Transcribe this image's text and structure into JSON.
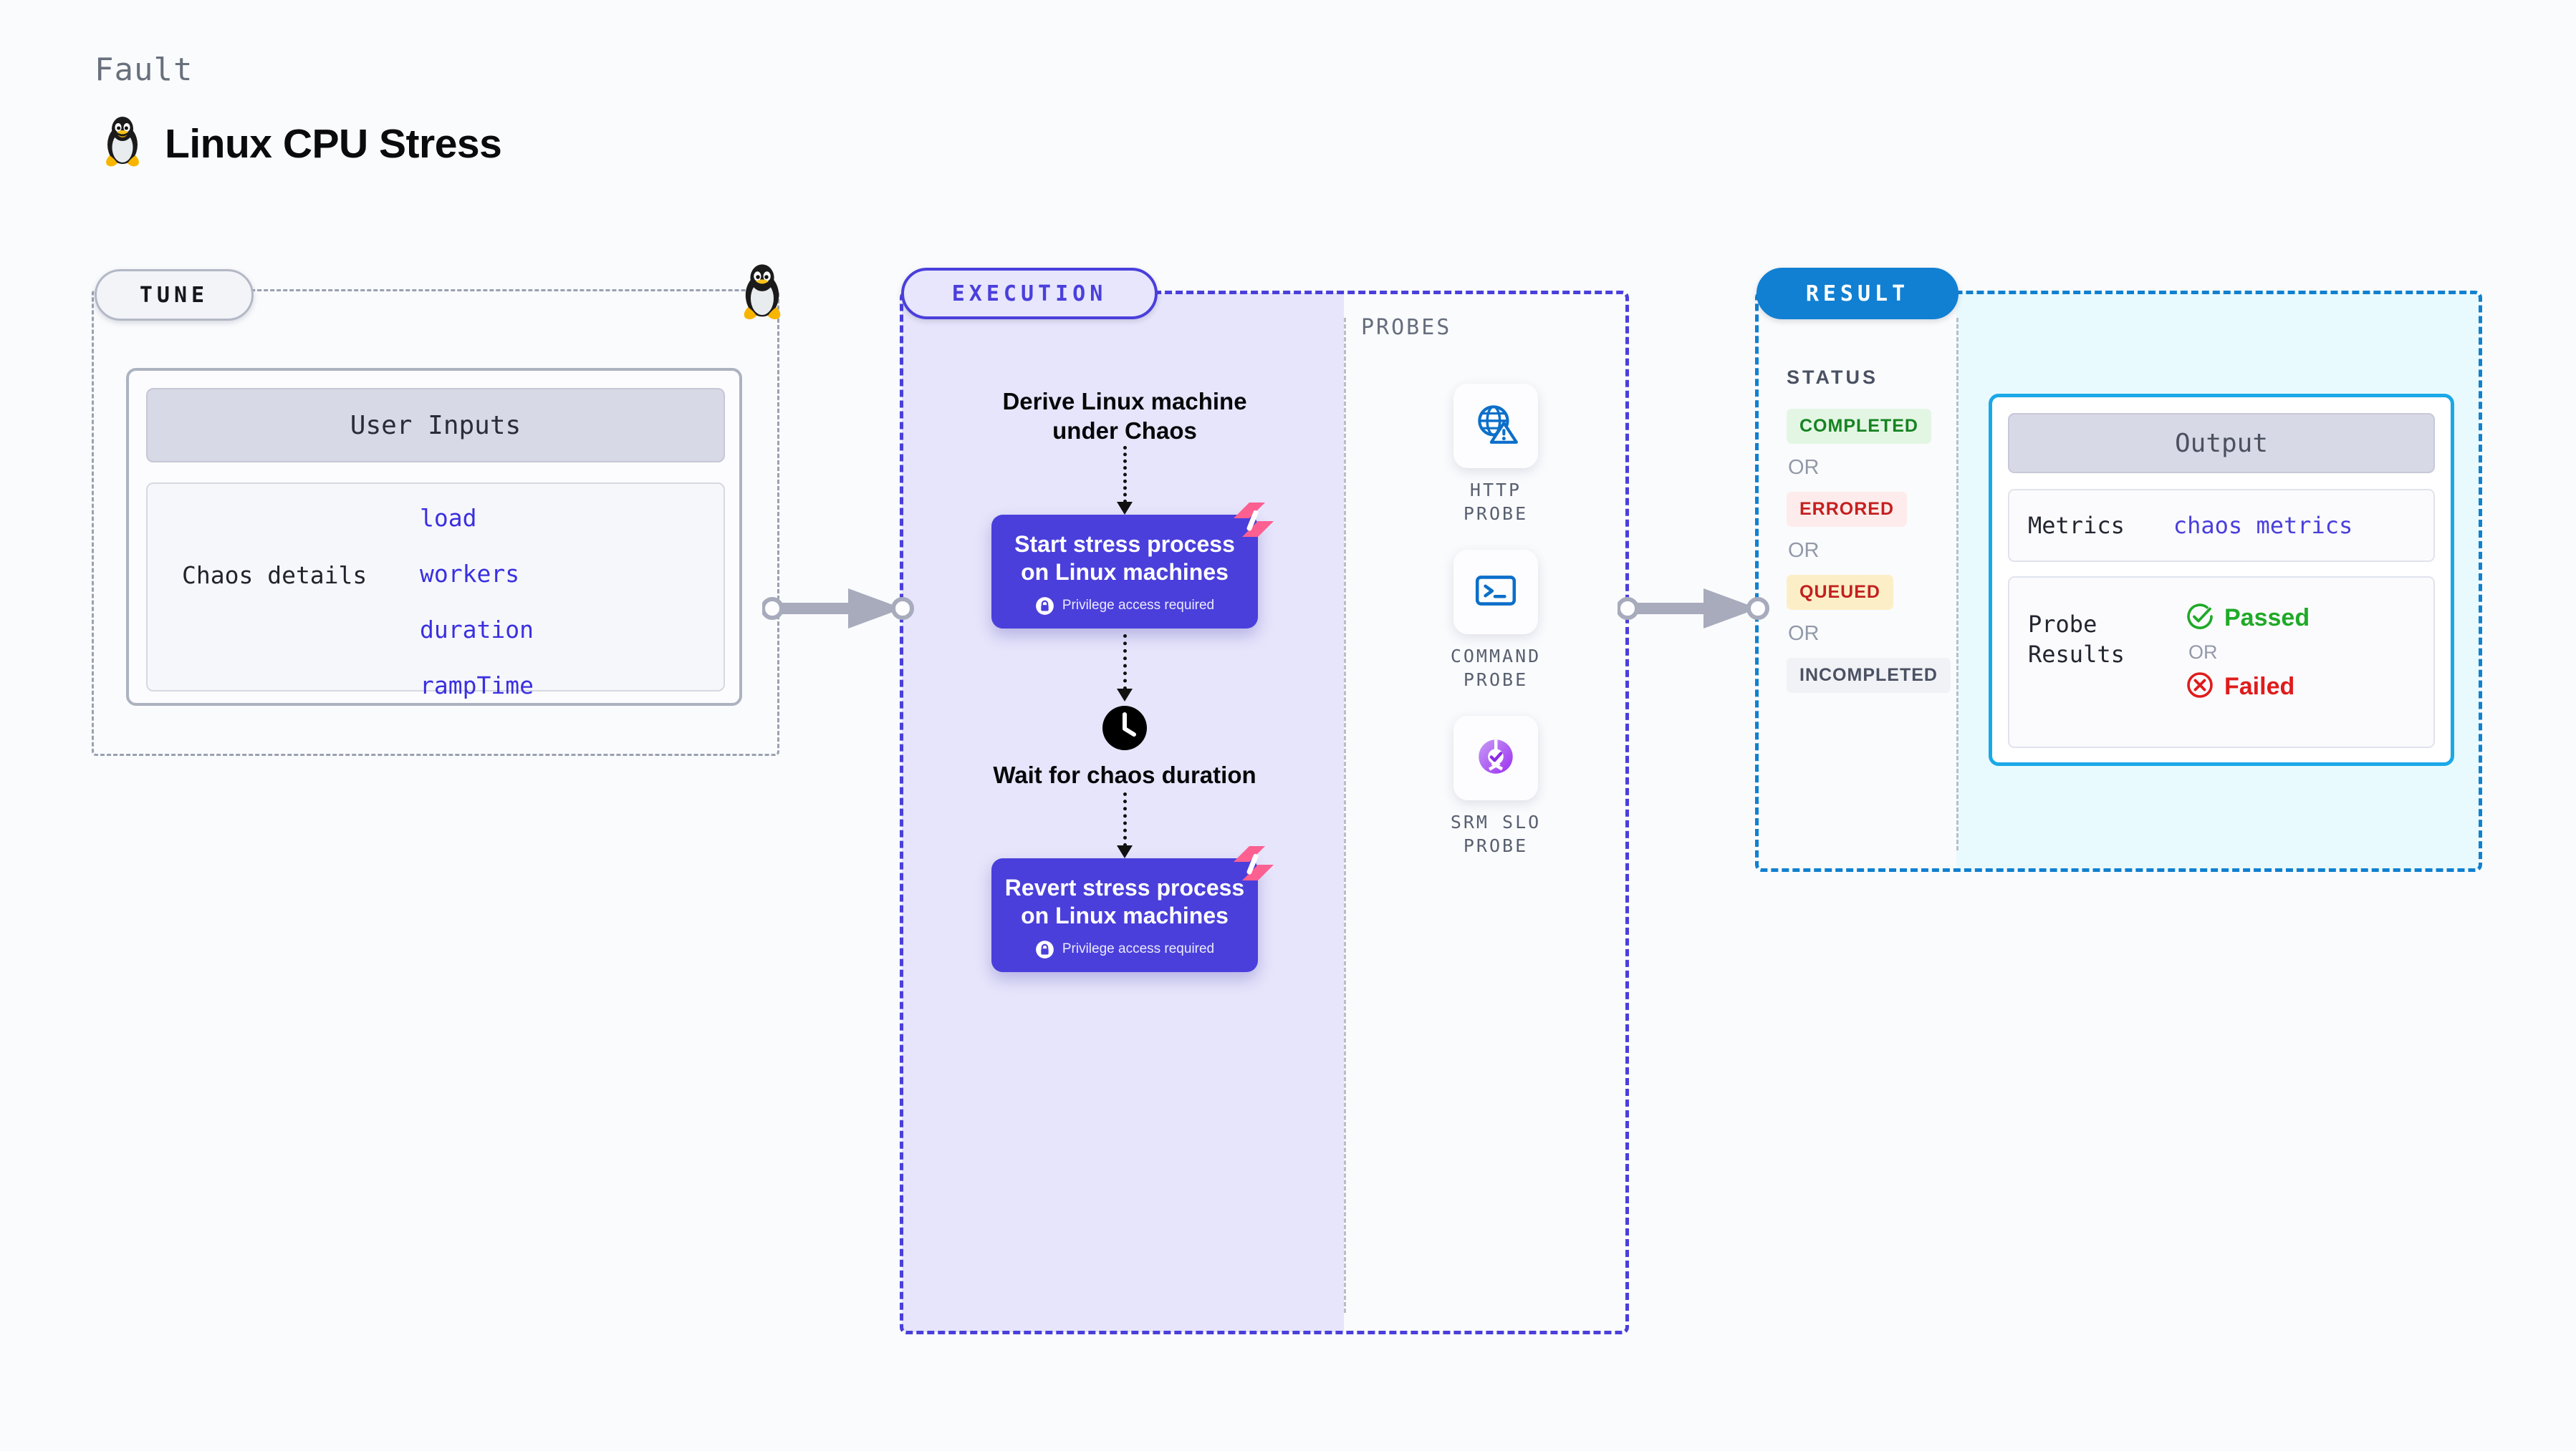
{
  "header": {
    "kicker": "Fault",
    "title": "Linux CPU Stress",
    "icon": "linux-penguin-icon"
  },
  "tune": {
    "pill_label": "TUNE",
    "penguin_icon": "linux-penguin-icon",
    "card": {
      "header": "User Inputs",
      "row_label": "Chaos details",
      "params": [
        "load",
        "workers",
        "duration",
        "rampTime"
      ]
    }
  },
  "execution": {
    "pill_label": "EXECUTION",
    "steps": [
      {
        "type": "heading",
        "text": "Derive Linux machine under Chaos"
      },
      {
        "type": "action",
        "title": "Start stress process on Linux machines",
        "note": "Privilege access required",
        "note_icon": "lock-icon",
        "badge_icon": "harness-logo-icon"
      },
      {
        "type": "wait",
        "icon": "clock-icon",
        "text": "Wait for chaos duration"
      },
      {
        "type": "action",
        "title": "Revert stress process on Linux machines",
        "note": "Privilege access required",
        "note_icon": "lock-icon",
        "badge_icon": "harness-logo-icon"
      }
    ]
  },
  "probes": {
    "section_label": "PROBES",
    "items": [
      {
        "name": "HTTP PROBE",
        "icon": "globe-warning-icon"
      },
      {
        "name": "COMMAND PROBE",
        "icon": "terminal-icon"
      },
      {
        "name": "SRM SLO PROBE",
        "icon": "srm-slo-donut-check-icon"
      }
    ]
  },
  "result": {
    "pill_label": "RESULT",
    "status_label": "STATUS",
    "or_text": "OR",
    "statuses": [
      {
        "label": "COMPLETED",
        "text_color": "#168321",
        "bg_color": "#e3f6e4"
      },
      {
        "label": "ERRORED",
        "text_color": "#c41f1f",
        "bg_color": "#fdeceb"
      },
      {
        "label": "QUEUED",
        "text_color": "#c22121",
        "bg_color": "#fcefc7"
      },
      {
        "label": "INCOMPLETED",
        "text_color": "#4a5162",
        "bg_color": "#f1f2f6"
      }
    ],
    "output": {
      "header": "Output",
      "metrics_label": "Metrics",
      "metrics_value": "chaos metrics",
      "probe_results_label": "Probe Results",
      "passed_label": "Passed",
      "failed_label": "Failed",
      "or_text": "OR",
      "passed_icon": "check-circle-icon",
      "failed_icon": "x-circle-icon",
      "passed_color": "#1faa27",
      "failed_color": "#e01b1b"
    }
  },
  "colors": {
    "accent_purple": "#4a3fdb",
    "accent_blue": "#1180d2",
    "accent_cyan": "#1aa8e8",
    "harness_pink": "#fb6090",
    "connector_gray": "#a7abbc"
  }
}
